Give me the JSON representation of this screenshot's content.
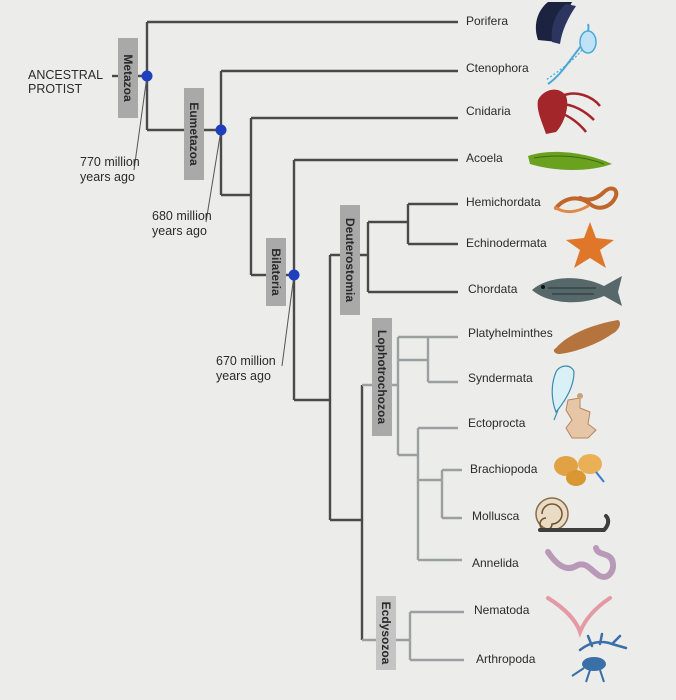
{
  "root_label": {
    "line1": "ANCESTRAL",
    "line2": "PROTIST"
  },
  "clades": {
    "metazoa": "Metazoa",
    "eumetazoa": "Eumetazoa",
    "bilateria": "Bilateria",
    "deuterostomia": "Deuterostomia",
    "lophotrochozoa": "Lophotrochozoa",
    "ecdysozoa": "Ecdysozoa"
  },
  "times": {
    "t770": {
      "line1": "770 million",
      "line2": "years ago"
    },
    "t680": {
      "line1": "680 million",
      "line2": "years ago"
    },
    "t670": {
      "line1": "670 million",
      "line2": "years ago"
    }
  },
  "taxa": [
    "Porifera",
    "Ctenophora",
    "Cnidaria",
    "Acoela",
    "Hemichordata",
    "Echinodermata",
    "Chordata",
    "Platyhelminthes",
    "Syndermata",
    "Ectoprocta",
    "Brachiopoda",
    "Mollusca",
    "Annelida",
    "Nematoda",
    "Arthropoda"
  ],
  "colors": {
    "background": "#ececea",
    "branch": "#4a4a4a",
    "node": "#1f3fbf",
    "clade_box": "#a9a9a9"
  }
}
